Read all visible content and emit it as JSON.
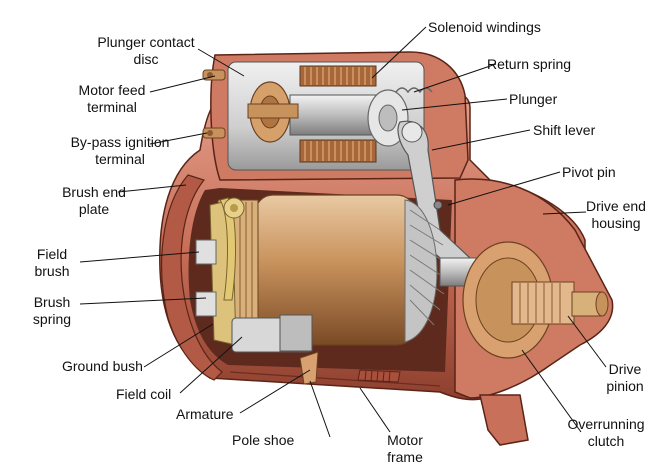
{
  "labels": {
    "plunger_contact_disc": "Plunger contact\ndisc",
    "motor_feed_terminal": "Motor feed\nterminal",
    "bypass_ignition_terminal": "By-pass ignition\nterminal",
    "brush_end_plate": "Brush end\nplate",
    "field_brush": "Field\nbrush",
    "brush_spring": "Brush\nspring",
    "ground_bush": "Ground bush",
    "field_coil": "Field coil",
    "armature": "Armature",
    "pole_shoe": "Pole shoe",
    "motor_frame": "Motor\nframe",
    "solenoid_windings": "Solenoid windings",
    "return_spring": "Return spring",
    "plunger": "Plunger",
    "shift_lever": "Shift lever",
    "pivot_pin": "Pivot pin",
    "drive_end_housing": "Drive end\nhousing",
    "drive_pinion": "Drive\npinion",
    "overrunning_clutch": "Overrunning\nclutch"
  },
  "colors": {
    "housing": "#c9705a",
    "housing_dark": "#8e3f2e",
    "housing_light": "#e3a08c",
    "copper": "#c8925c",
    "copper_dark": "#8a5a32",
    "steel": "#c9c9c9",
    "steel_dark": "#8d8d8d",
    "yellow": "#e0c070",
    "leader": "#111111"
  }
}
